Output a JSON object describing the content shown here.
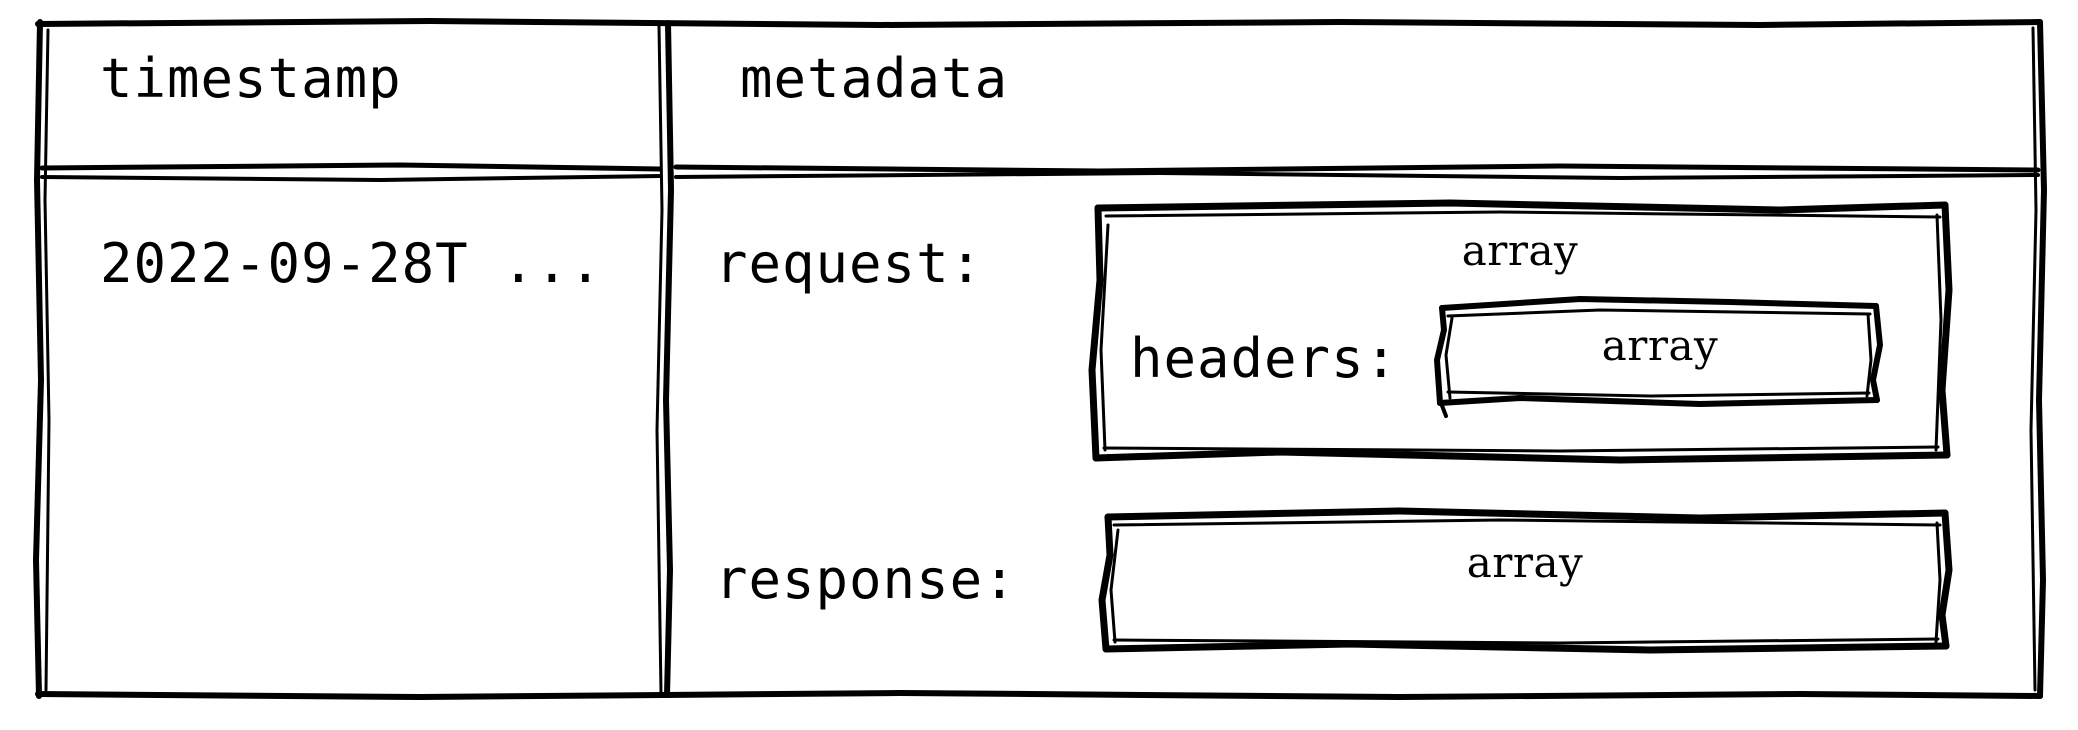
{
  "diagram": {
    "style": "hand-drawn-sketch",
    "line_color": "#000000",
    "background": "#ffffff",
    "type": "table"
  },
  "table": {
    "columns": [
      {
        "key": "timestamp",
        "header": "timestamp"
      },
      {
        "key": "metadata",
        "header": "metadata"
      }
    ],
    "rows": [
      {
        "timestamp": "2022-09-28T ...",
        "metadata": {
          "request_key": "request:",
          "request_type": "array",
          "headers_key": "headers:",
          "headers_type": "array",
          "response_key": "response:",
          "response_type": "array"
        }
      }
    ]
  }
}
